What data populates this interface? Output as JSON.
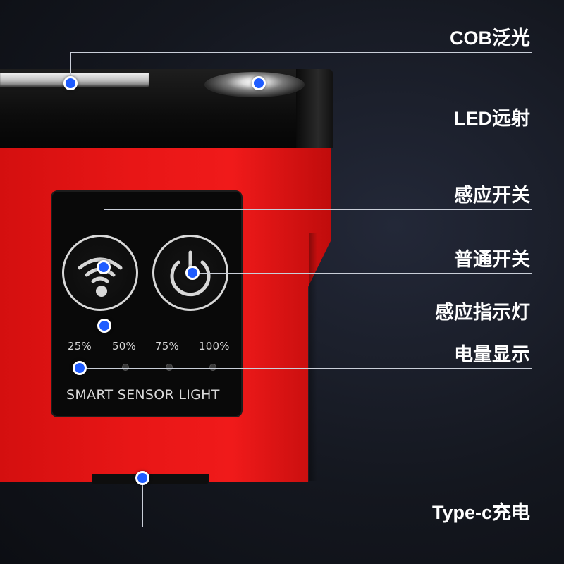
{
  "callouts": {
    "cob": "COB泛光",
    "led": "LED远射",
    "sensor_switch": "感应开关",
    "normal_switch": "普通开关",
    "sensor_indicator": "感应指示灯",
    "battery_display": "电量显示",
    "typec": "Type-c充电"
  },
  "panel": {
    "battery_levels": [
      "25%",
      "50%",
      "75%",
      "100%"
    ],
    "label": "SMART SENSOR LIGHT"
  },
  "icons": {
    "sensor_button": "sensor-wave-icon",
    "power_button": "power-icon"
  },
  "colors": {
    "body_red": "#e81616",
    "top_black": "#0c0c0c",
    "callout_dot": "#1f5cff",
    "background": "#14171f"
  }
}
